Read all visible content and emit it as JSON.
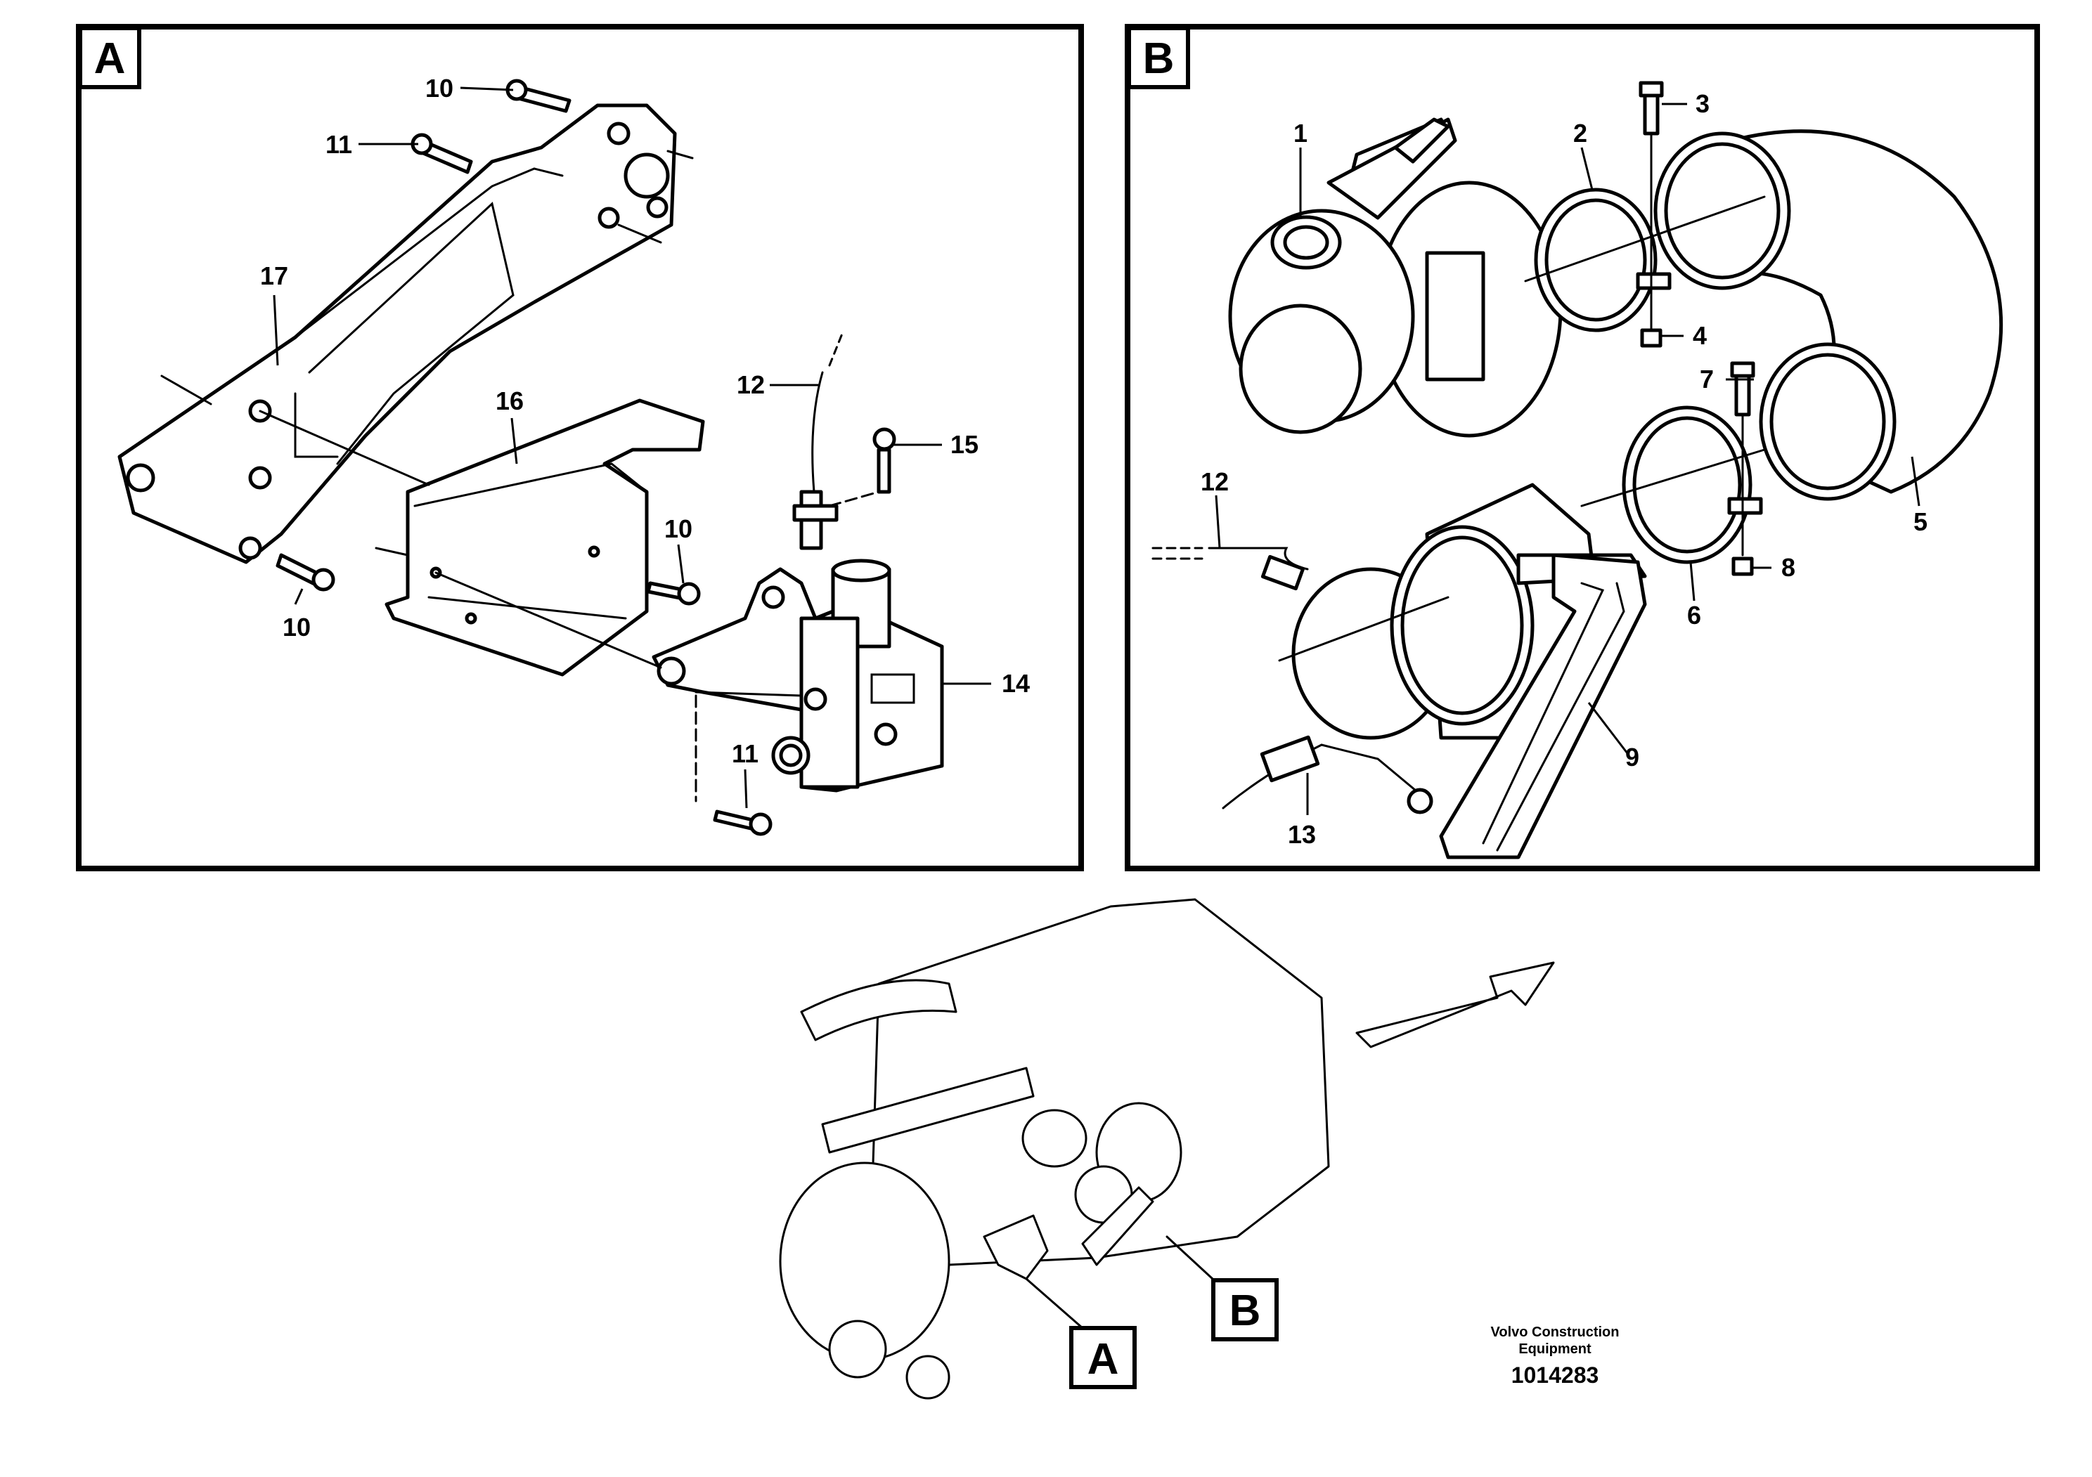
{
  "panels": {
    "a": {
      "letter": "A",
      "callouts": {
        "c10_top": "10",
        "c11_top": "11",
        "c17": "17",
        "c16": "16",
        "c10_bottom": "10",
        "c10_mid": "10",
        "c12": "12",
        "c15": "15",
        "c14": "14",
        "c11_bottom": "11"
      }
    },
    "b": {
      "letter": "B",
      "callouts": {
        "c1": "1",
        "c2": "2",
        "c3": "3",
        "c4": "4",
        "c5": "5",
        "c6": "6",
        "c7": "7",
        "c8": "8",
        "c9": "9",
        "c12": "12",
        "c13": "13"
      }
    }
  },
  "overview": {
    "marker_a": "A",
    "marker_b": "B"
  },
  "footer": {
    "company_line1": "Volvo Construction",
    "company_line2": "Equipment",
    "drawing_number": "1014283"
  }
}
